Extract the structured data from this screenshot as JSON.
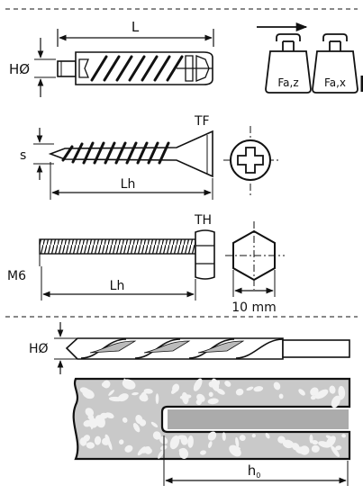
{
  "plug": {
    "length_label": "L",
    "diameter_label": "HØ",
    "weight_labels": [
      "Fa,z",
      "Fa,x"
    ]
  },
  "wood_screw": {
    "head_type_label": "TF",
    "shank_label": "s",
    "length_label": "Lh"
  },
  "bolt": {
    "head_type_label": "TH",
    "thread_label": "M6",
    "length_label": "Lh",
    "wrench_size_label": "10 mm"
  },
  "drilling": {
    "drill_diameter_label": "HØ",
    "depth_label": "h",
    "depth_subscript": "0"
  },
  "colors": {
    "line": "#111111",
    "concrete_fill": "#c9c9c9",
    "aggregate": "#f2f2f2",
    "hole_fill": "#ababab"
  }
}
